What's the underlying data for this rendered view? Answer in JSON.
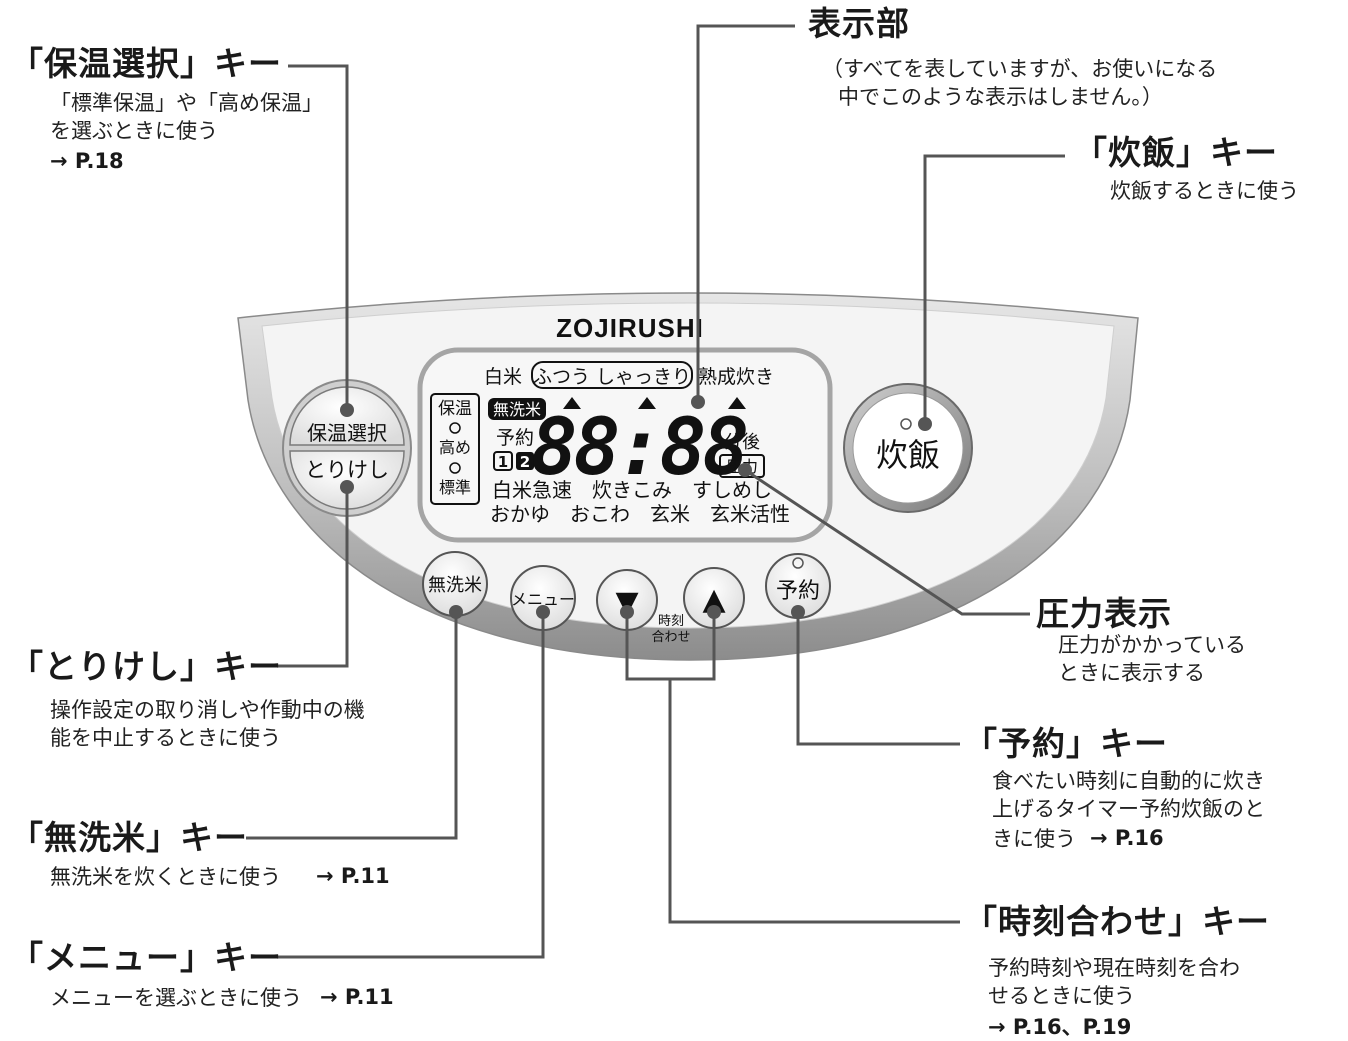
{
  "panel": {
    "brand": "ZOJIRUSHI",
    "buttons": {
      "keep_warm_select": "保温選択",
      "cancel": "とりけし",
      "cook": "炊飯",
      "musenmai": "無洗米",
      "menu": "メニュー",
      "down_symbol": "▼",
      "up_symbol": "▲",
      "time_set_line1": "時刻",
      "time_set_line2": "合わせ",
      "timer": "予約"
    },
    "display": {
      "top_row_hakumai": "白米",
      "top_row_options": "ふつう しゃっきり",
      "top_row_jukusei": "熟成炊き",
      "keep_warm": "保温",
      "keep_warm_high": "高め",
      "keep_warm_standard": "標準",
      "musenmai_badge": "無洗米",
      "timer_label": "予約",
      "timer_slot_1": "1",
      "timer_slot_2": "2",
      "digits": "88:88",
      "minutes_after": "分後",
      "pressure": "圧力",
      "menu_row1": "白米急速　炊きこみ　すしめし",
      "menu_row2": "おかゆ　おこわ　玄米　玄米活性"
    }
  },
  "callouts": {
    "keep_warm_select": {
      "title": "「保温選択」キー",
      "desc_line1": "「標準保温」や「高め保温」",
      "desc_line2": "を選ぶときに使う",
      "ref": "→ P.18"
    },
    "display": {
      "title": "表示部",
      "desc_line1": "（すべてを表していますが、お使いになる",
      "desc_line2": "中でこのような表示はしません。）"
    },
    "cook": {
      "title": "「炊飯」キー",
      "desc": "炊飯するときに使う"
    },
    "cancel": {
      "title": "「とりけし」キー",
      "desc_line1": "操作設定の取り消しや作動中の機",
      "desc_line2": "能を中止するときに使う"
    },
    "pressure": {
      "title": "圧力表示",
      "desc_line1": "圧力がかかっている",
      "desc_line2": "ときに表示する"
    },
    "timer": {
      "title": "「予約」キー",
      "desc_line1": "食べたい時刻に自動的に炊き",
      "desc_line2": "上げるタイマー予約炊飯のと",
      "desc_line3": "きに使う",
      "ref": "→ P.16"
    },
    "musenmai": {
      "title": "「無洗米」キー",
      "desc": "無洗米を炊くときに使う",
      "ref": "→ P.11"
    },
    "time_set": {
      "title": "「時刻合わせ」キー",
      "desc_line1": "予約時刻や現在時刻を合わ",
      "desc_line2": "せるときに使う",
      "ref": "→ P.16、P.19"
    },
    "menu": {
      "title": "「メニュー」キー",
      "desc": "メニューを選ぶときに使う",
      "ref": "→ P.11"
    }
  },
  "colors": {
    "panel_rim": "#9e9e9e",
    "panel_face": "#f2f2f2",
    "leader_line": "#555555",
    "text": "#1a1a1a"
  }
}
